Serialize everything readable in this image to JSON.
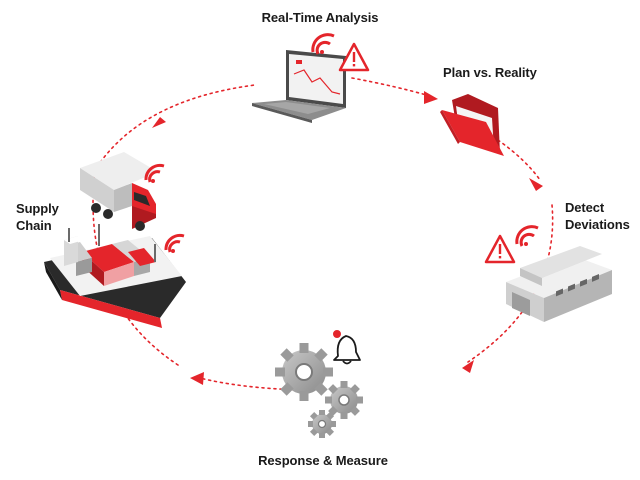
{
  "stages": {
    "analysis": "Real-Time Analysis",
    "plan": "Plan vs. Reality",
    "detect": [
      "Detect",
      "Deviations"
    ],
    "response": "Response & Measure",
    "supply": [
      "Supply",
      "Chain"
    ]
  },
  "colors": {
    "accent": "#e4252b",
    "text": "#1a1a1a",
    "grey": "#8d8d8d",
    "dark": "#2a2a2a"
  },
  "icons": {
    "analysis": [
      "laptop-icon",
      "wifi-signal-icon",
      "warning-triangle-icon"
    ],
    "plan": [
      "folder-icon"
    ],
    "detect": [
      "warehouse-icon",
      "wifi-signal-icon",
      "warning-triangle-icon"
    ],
    "response": [
      "gears-icon",
      "alarm-bell-icon"
    ],
    "supply": [
      "truck-icon",
      "cargo-ship-icon",
      "wifi-signal-icon"
    ]
  }
}
